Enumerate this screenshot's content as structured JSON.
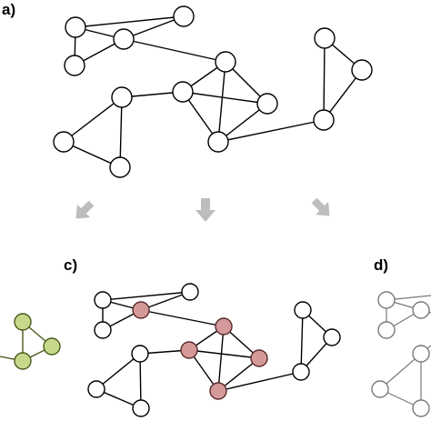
{
  "panels": {
    "a": {
      "label": "a)"
    },
    "c": {
      "label": "c)"
    },
    "d": {
      "label": "d)"
    }
  },
  "colors": {
    "node_fill": "#ffffff",
    "node_stroke": "#000000",
    "edge": "#000000",
    "arrow": "#bdbdbd",
    "highlight_red": "#d49a9a",
    "highlight_red_stroke": "#5a2a2a",
    "highlight_green": "#c6d98b",
    "highlight_green_stroke": "#4a5a1a",
    "faded": "#7a7a7a"
  },
  "graph": {
    "nodes": [
      "n1",
      "n2",
      "n3",
      "n4",
      "n5",
      "n6",
      "n7",
      "n8",
      "n9",
      "n10",
      "n11",
      "n12",
      "n13",
      "n14"
    ],
    "edges": [
      [
        "n1",
        "n2"
      ],
      [
        "n1",
        "n3"
      ],
      [
        "n3",
        "n2"
      ],
      [
        "n3",
        "n4"
      ],
      [
        "n1",
        "n4"
      ],
      [
        "n3",
        "n5"
      ],
      [
        "n5",
        "n6"
      ],
      [
        "n5",
        "n7"
      ],
      [
        "n6",
        "n7"
      ],
      [
        "n5",
        "n8"
      ],
      [
        "n6",
        "n8"
      ],
      [
        "n7",
        "n8"
      ],
      [
        "n6",
        "n9"
      ],
      [
        "n9",
        "n10"
      ],
      [
        "n10",
        "n11"
      ],
      [
        "n9",
        "n11"
      ],
      [
        "n7",
        "n12"
      ],
      [
        "n12",
        "n13"
      ],
      [
        "n13",
        "n14"
      ],
      [
        "n12",
        "n14"
      ]
    ],
    "highlighted_c": [
      "n3",
      "n5",
      "n6",
      "n7",
      "n8"
    ],
    "highlighted_b": [
      "n12",
      "n13",
      "n14"
    ]
  }
}
